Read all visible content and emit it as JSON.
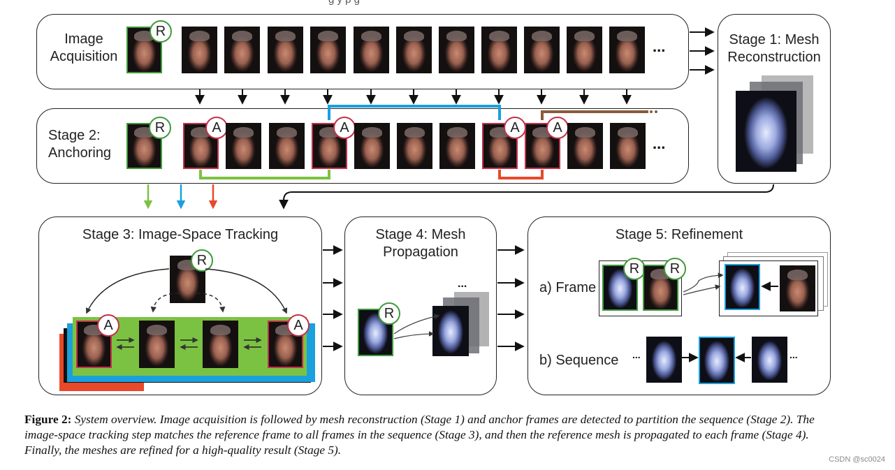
{
  "top_fragment": "g       y                                              p       g",
  "acquisition": {
    "label": "Image Acquisition"
  },
  "stage1": {
    "label": "Stage 1: Mesh Reconstruction"
  },
  "stage2": {
    "label": "Stage 2: Anchoring"
  },
  "stage3": {
    "label": "Stage 3: Image-Space Tracking"
  },
  "stage4": {
    "label": "Stage 4: Mesh Propagation"
  },
  "stage5": {
    "label": "Stage 5: Refinement",
    "frame_label": "a) Frame",
    "sequence_label": "b) Sequence"
  },
  "badges": {
    "reference": "R",
    "anchor": "A"
  },
  "ellipsis": "...",
  "colors": {
    "reference_green": "#3f9a3a",
    "anchor_red": "#c2314a",
    "link_green": "#7cc242",
    "link_blue": "#1aa0dc",
    "link_orange": "#e8492a",
    "link_brown": "#8a5a3a"
  },
  "caption": {
    "label": "Figure 2:",
    "text": "System overview. Image acquisition is followed by mesh reconstruction (Stage 1) and anchor frames are detected to partition the sequence (Stage 2). The image-space tracking step matches the reference frame to all frames in the sequence (Stage 3), and then the reference mesh is propagated to each frame (Stage 4). Finally, the meshes are refined for a high-quality result (Stage 5)."
  },
  "watermark": "CSDN @sc0024"
}
